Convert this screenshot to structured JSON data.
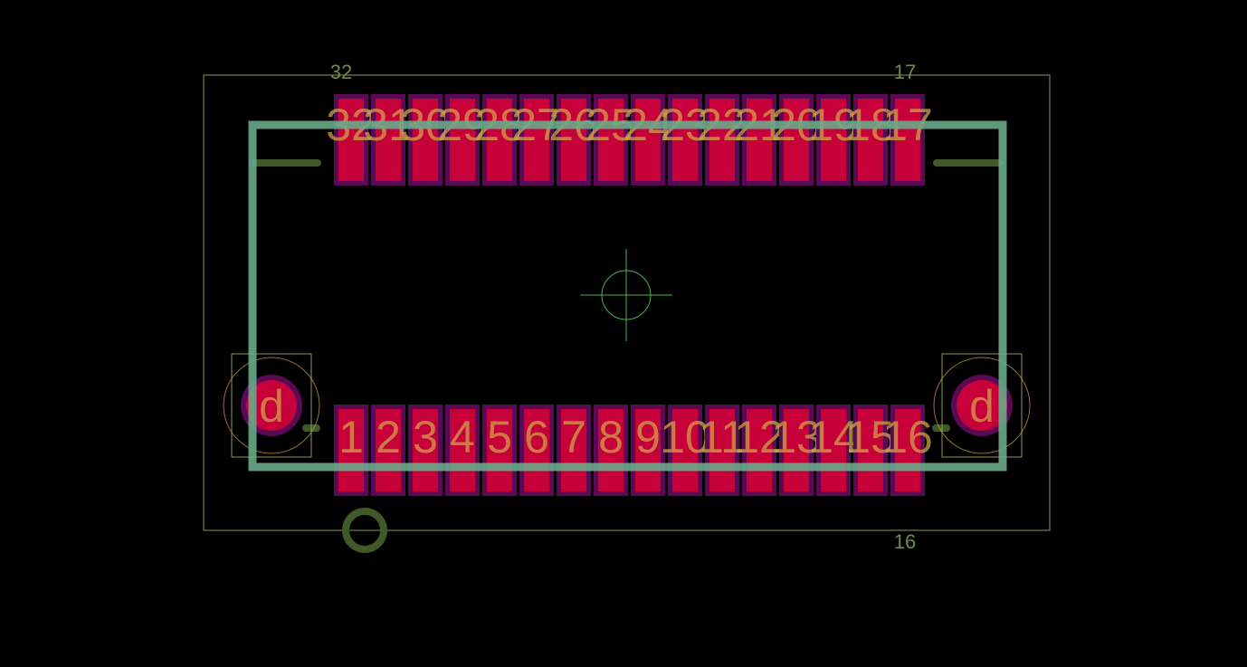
{
  "colors": {
    "background": "#000000",
    "courtyard": "#8a9a5b",
    "fab": "#6aa88a",
    "silk": "#3f5a28",
    "pad": "#c8003a",
    "pad_mask": "#5a0a55",
    "pad_text": "#d0a24a",
    "crosshair": "#4caf50",
    "corner_label": "#6f8a4f"
  },
  "corner_labels": {
    "top_left": "32",
    "top_right": "17",
    "bottom_right": "16"
  },
  "top_pads": [
    "32",
    "31",
    "30",
    "29",
    "28",
    "27",
    "26",
    "25",
    "24",
    "23",
    "22",
    "21",
    "20",
    "19",
    "18",
    "17"
  ],
  "bottom_pads": [
    "1",
    "2",
    "3",
    "4",
    "5",
    "6",
    "7",
    "8",
    "9",
    "10",
    "11",
    "12",
    "13",
    "14",
    "15",
    "16"
  ],
  "mount_pads": [
    "d",
    "d"
  ],
  "icons": {
    "origin": "crosshair-circle-icon",
    "pin1": "ring-icon"
  }
}
